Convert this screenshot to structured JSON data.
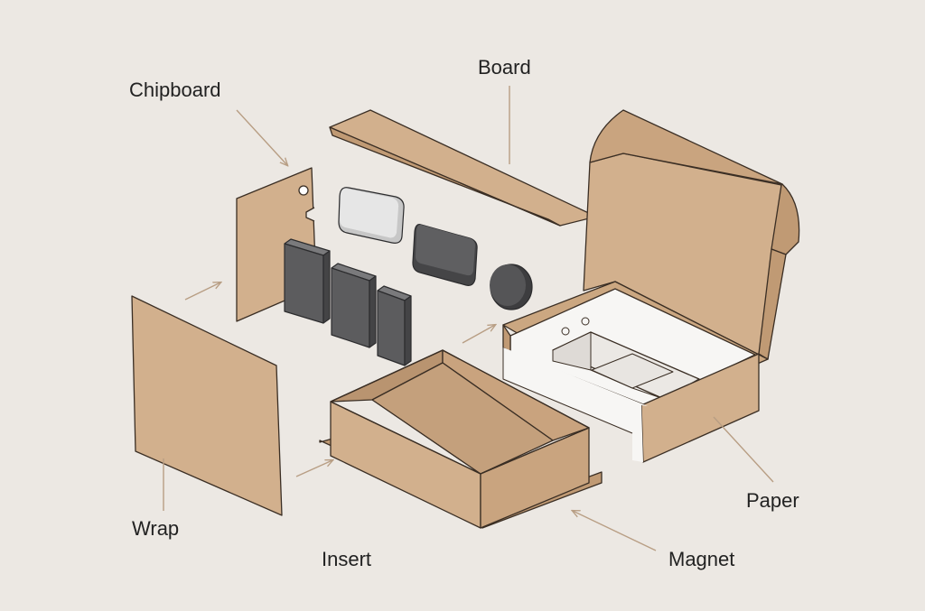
{
  "labels": {
    "chipboard": "Chipboard",
    "board": "Board",
    "wrap": "Wrap",
    "insert": "Insert",
    "paper": "Paper",
    "magnet": "Magnet"
  },
  "colors": {
    "background": "#ece8e3",
    "kraft": "#d2b08d",
    "kraft_dark": "#c09a74",
    "outline": "#3a2e24",
    "magnet_dark": "#5c5c5e",
    "magnet_light": "#e6e6e6",
    "insert_white": "#f7f6f4",
    "leader": "#b89e84"
  }
}
